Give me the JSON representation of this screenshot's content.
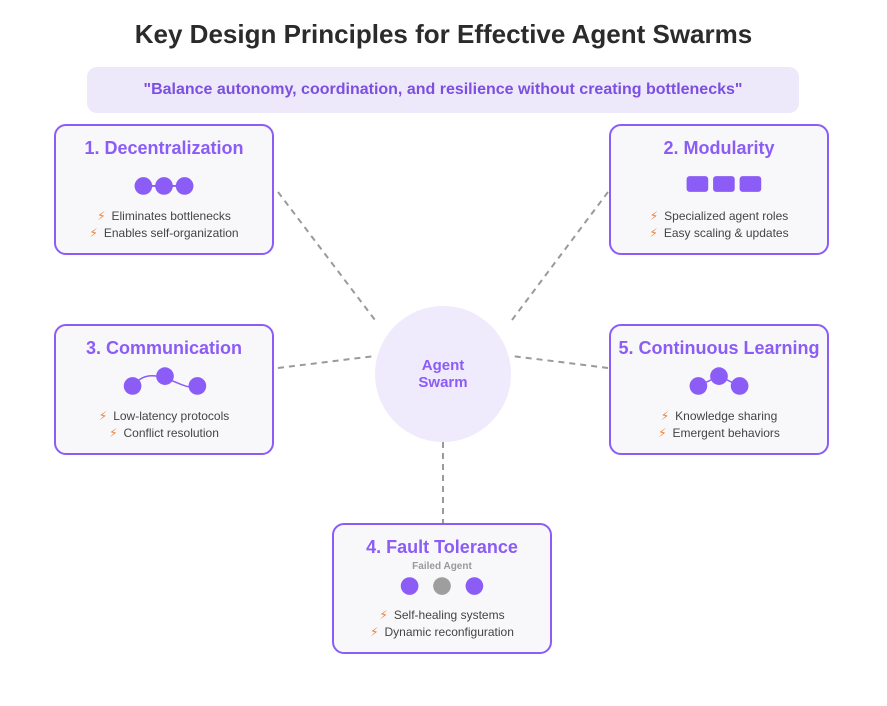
{
  "title": "Key Design Principles for Effective Agent Swarms",
  "quote": "\"Balance autonomy, coordination, and resilience without creating bottlenecks\"",
  "hub": {
    "line1": "Agent",
    "line2": "Swarm"
  },
  "colors": {
    "accent": "#8b5cf6",
    "bolt": "#f0803c",
    "failed": "#9e9e9e",
    "card_bg": "#f8f8fa",
    "quote_bg": "#ede9fb",
    "hub_bg": "#efebfc"
  },
  "cards": [
    {
      "title": "1. Decentralization",
      "icon": "linked-nodes-icon",
      "bullets": [
        "Eliminates bottlenecks",
        "Enables self-organization"
      ]
    },
    {
      "title": "2. Modularity",
      "icon": "module-blocks-icon",
      "bullets": [
        "Specialized agent roles",
        "Easy scaling & updates"
      ]
    },
    {
      "title": "3. Communication",
      "icon": "wave-nodes-icon",
      "bullets": [
        "Low-latency protocols",
        "Conflict resolution"
      ]
    },
    {
      "title": "4. Fault Tolerance",
      "icon": "failed-agent-icon",
      "sublabel": "Failed Agent",
      "bullets": [
        "Self-healing systems",
        "Dynamic reconfiguration"
      ]
    },
    {
      "title": "5. Continuous Learning",
      "icon": "learning-nodes-icon",
      "bullets": [
        "Knowledge sharing",
        "Emergent behaviors"
      ]
    }
  ],
  "bullet_icon": "lightning-bolt-icon"
}
